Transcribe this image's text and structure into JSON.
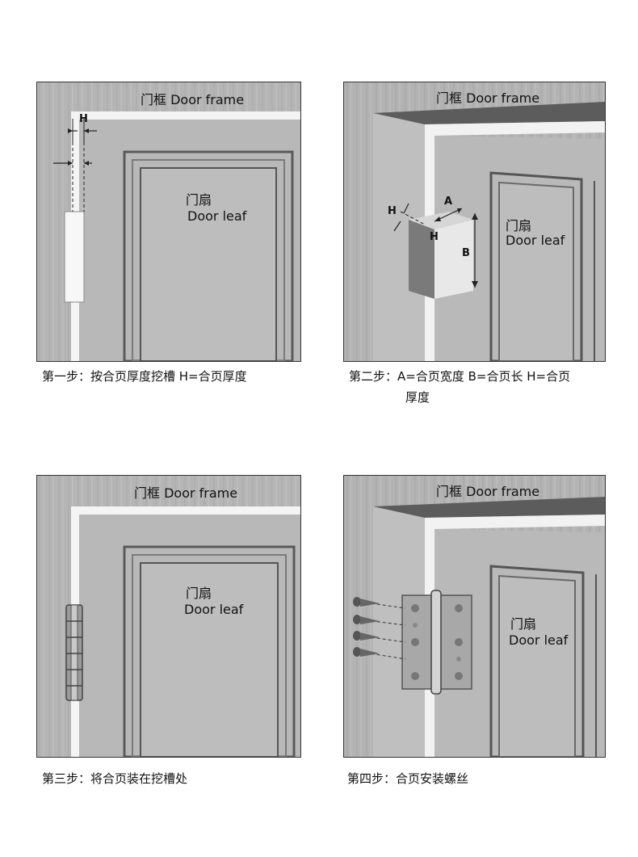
{
  "steps": [
    {
      "frame_label": "门框  Door frame",
      "leaf_label_cn": "门扇",
      "leaf_label_en": "Door leaf",
      "dims": {
        "h": "H"
      },
      "caption": "第一步：按合页厚度挖槽 H=合页厚度"
    },
    {
      "frame_label": "门框  Door frame",
      "leaf_label_cn": "门扇",
      "leaf_label_en": "Door leaf",
      "dims": {
        "a": "A",
        "b": "B",
        "h1": "H",
        "h2": "H"
      },
      "caption_line1": "第二步：A=合页宽度 B=合页长 H=合页",
      "caption_line2": "厚度"
    },
    {
      "frame_label": "门框  Door frame",
      "leaf_label_cn": "门扇",
      "leaf_label_en": "Door leaf",
      "caption": "第三步：将合页装在挖槽处"
    },
    {
      "frame_label": "门框  Door frame",
      "leaf_label_cn": "门扇",
      "leaf_label_en": "Door leaf",
      "caption": "第四步：合页安装螺丝"
    }
  ]
}
